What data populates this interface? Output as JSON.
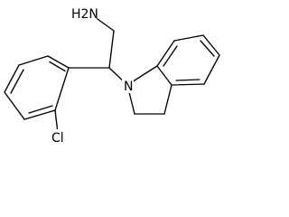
{
  "molecule": {
    "atom_labels": {
      "amine": "H2N",
      "nitrogen": "N",
      "chlorine": "Cl"
    },
    "colors": {
      "bond": "#000000",
      "background": "#ffffff"
    }
  }
}
